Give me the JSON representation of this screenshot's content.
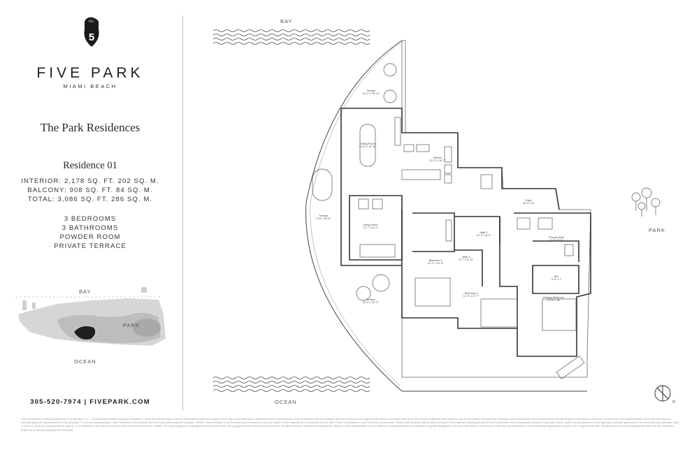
{
  "brand": {
    "name": "FIVE PARK",
    "location": "MIAMI BEACH"
  },
  "collection_title": "The Park Residences",
  "residence": {
    "name": "Residence 01",
    "interior": "INTERIOR: 2,178 SQ. FT. 202 SQ. M.",
    "balcony": "BALCONY: 908 SQ. FT. 84 SQ. M.",
    "total": "TOTAL: 3,086 SQ. FT. 286 SQ. M.",
    "features": [
      "3 BEDROOMS",
      "3 BATHROOMS",
      "POWDER ROOM",
      "PRIVATE TERRACE"
    ]
  },
  "keyplan": {
    "bay": "BAY",
    "park": "PARK",
    "ocean": "OCEAN"
  },
  "contact": "305-520-7974  |  FIVEPARK.COM",
  "plan_labels": {
    "bay": "BAY",
    "ocean": "OCEAN",
    "park": "PARK",
    "north": "N"
  },
  "rooms": [
    {
      "name": "Terrace",
      "dims": "14' 4\" x 16' 11\""
    },
    {
      "name": "Dining Room",
      "dims": "14' 8\" x 16' 10\""
    },
    {
      "name": "Kitchen",
      "dims": "12' 9\" x 14' 7\""
    },
    {
      "name": "Terrace",
      "dims": "9' 8\" x 36' 6\""
    },
    {
      "name": "Living Room",
      "dims": "12' 7\" x 9' 3\""
    },
    {
      "name": "Foyer",
      "dims": "15' 6\" x 6'"
    },
    {
      "name": "Bath 2",
      "dims": "10' 3\" x 6' 3\""
    },
    {
      "name": "Bath 3",
      "dims": "5' 7\" x 9' 10\""
    },
    {
      "name": "Bedroom 2",
      "dims": "11' 3\" x 14' 9\""
    },
    {
      "name": "Bedroom 3",
      "dims": "11' 5\" x 17' 7\""
    },
    {
      "name": "Primary Bath",
      "dims": "9' 9\" x 9' 9\""
    },
    {
      "name": "WIC",
      "dims": "9' 6\" x 7'"
    },
    {
      "name": "Primary Bedroom",
      "dims": "13' 6\" x 16'"
    },
    {
      "name": "Terrace",
      "dims": "14' 4\" x 22' 3\""
    }
  ],
  "disclaimer": "This condominium is being developed by TCH 500 Alton, LLC, a Florida limited liability company (\"Developer\"), which has a limited right to use the trademarked names and logos of Terra. Any and all statements, disclosures and/or representations shall be deemed made by Developer and not by Terra and you agree to look solely to Developer (and not to Terra and/or its affiliates) with respect to any and all matters relating to the marketing and/or development of the Condominium and with respect to the sales of units in the Condominium. Oral representations cannot be relied upon as correctly stating the representations of the developer. For correct representations, make reference to this brochure and to the documents required by section 718.503, Florida statutes, to be furnished by a developer to a buyer or lessee. These materials are not intended to be an offer to sell, or solicitation to buy a unit in the condominium. Such an offering shall only be made pursuant to the prospectus (offering circular) for the condominium and no statements should be relied upon unless made in the prospectus or in the applicable purchase agreement. In no event shall any solicitation, offer or sale of a unit in the condominium be made in, or to residents of, any state or country in which such activity would be unlawful. The project graphics, renderings and text provided herein are copyrighted works owned by the Developer. All rights reserved. Unauthorized reproduction, display or other dissemination of such materials is strictly prohibited and constitutes copyright infringement. No real estate broker is authorized to make any representations or other statements regarding the projects, and no agreements with, deposits paid to or other arrangements made with any real estate broker are or shall be binding on the Developer."
}
